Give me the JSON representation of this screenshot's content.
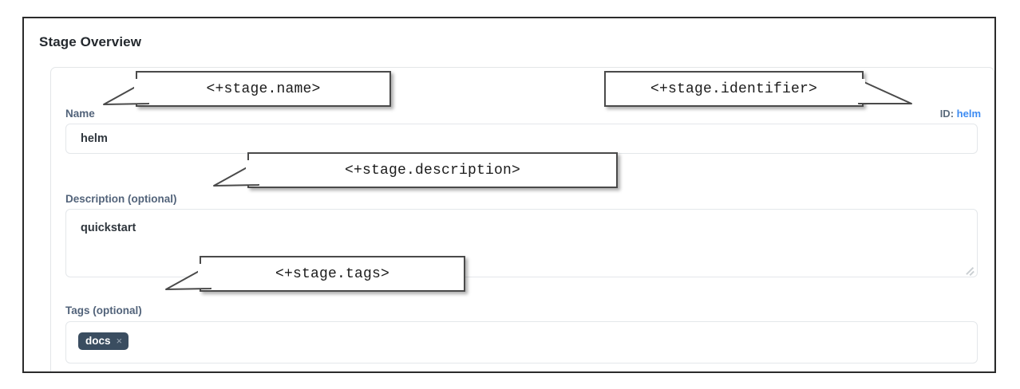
{
  "page": {
    "title": "Stage Overview"
  },
  "form": {
    "name": {
      "label": "Name",
      "value": "helm",
      "placeholder": ""
    },
    "description": {
      "label": "Description (optional)",
      "value": "quickstart",
      "placeholder": ""
    },
    "tags": {
      "label": "Tags (optional)",
      "pills": [
        {
          "text": "docs",
          "remove_icon": "×"
        }
      ],
      "placeholder": ""
    },
    "identifier": {
      "key": "ID:",
      "value": "helm"
    }
  },
  "callouts": [
    {
      "id": "name",
      "text": "<+stage.name>"
    },
    {
      "id": "identifier",
      "text": "<+stage.identifier>"
    },
    {
      "id": "description",
      "text": "<+stage.description>"
    },
    {
      "id": "tags",
      "text": "<+stage.tags>"
    }
  ],
  "colors": {
    "frame_border": "#2b2b2b",
    "label": "#52637a",
    "input_border": "#e4e7ea",
    "tag_bg": "#3a4d60",
    "link": "#3d8bf2",
    "callout_border": "#4a4a4a"
  }
}
